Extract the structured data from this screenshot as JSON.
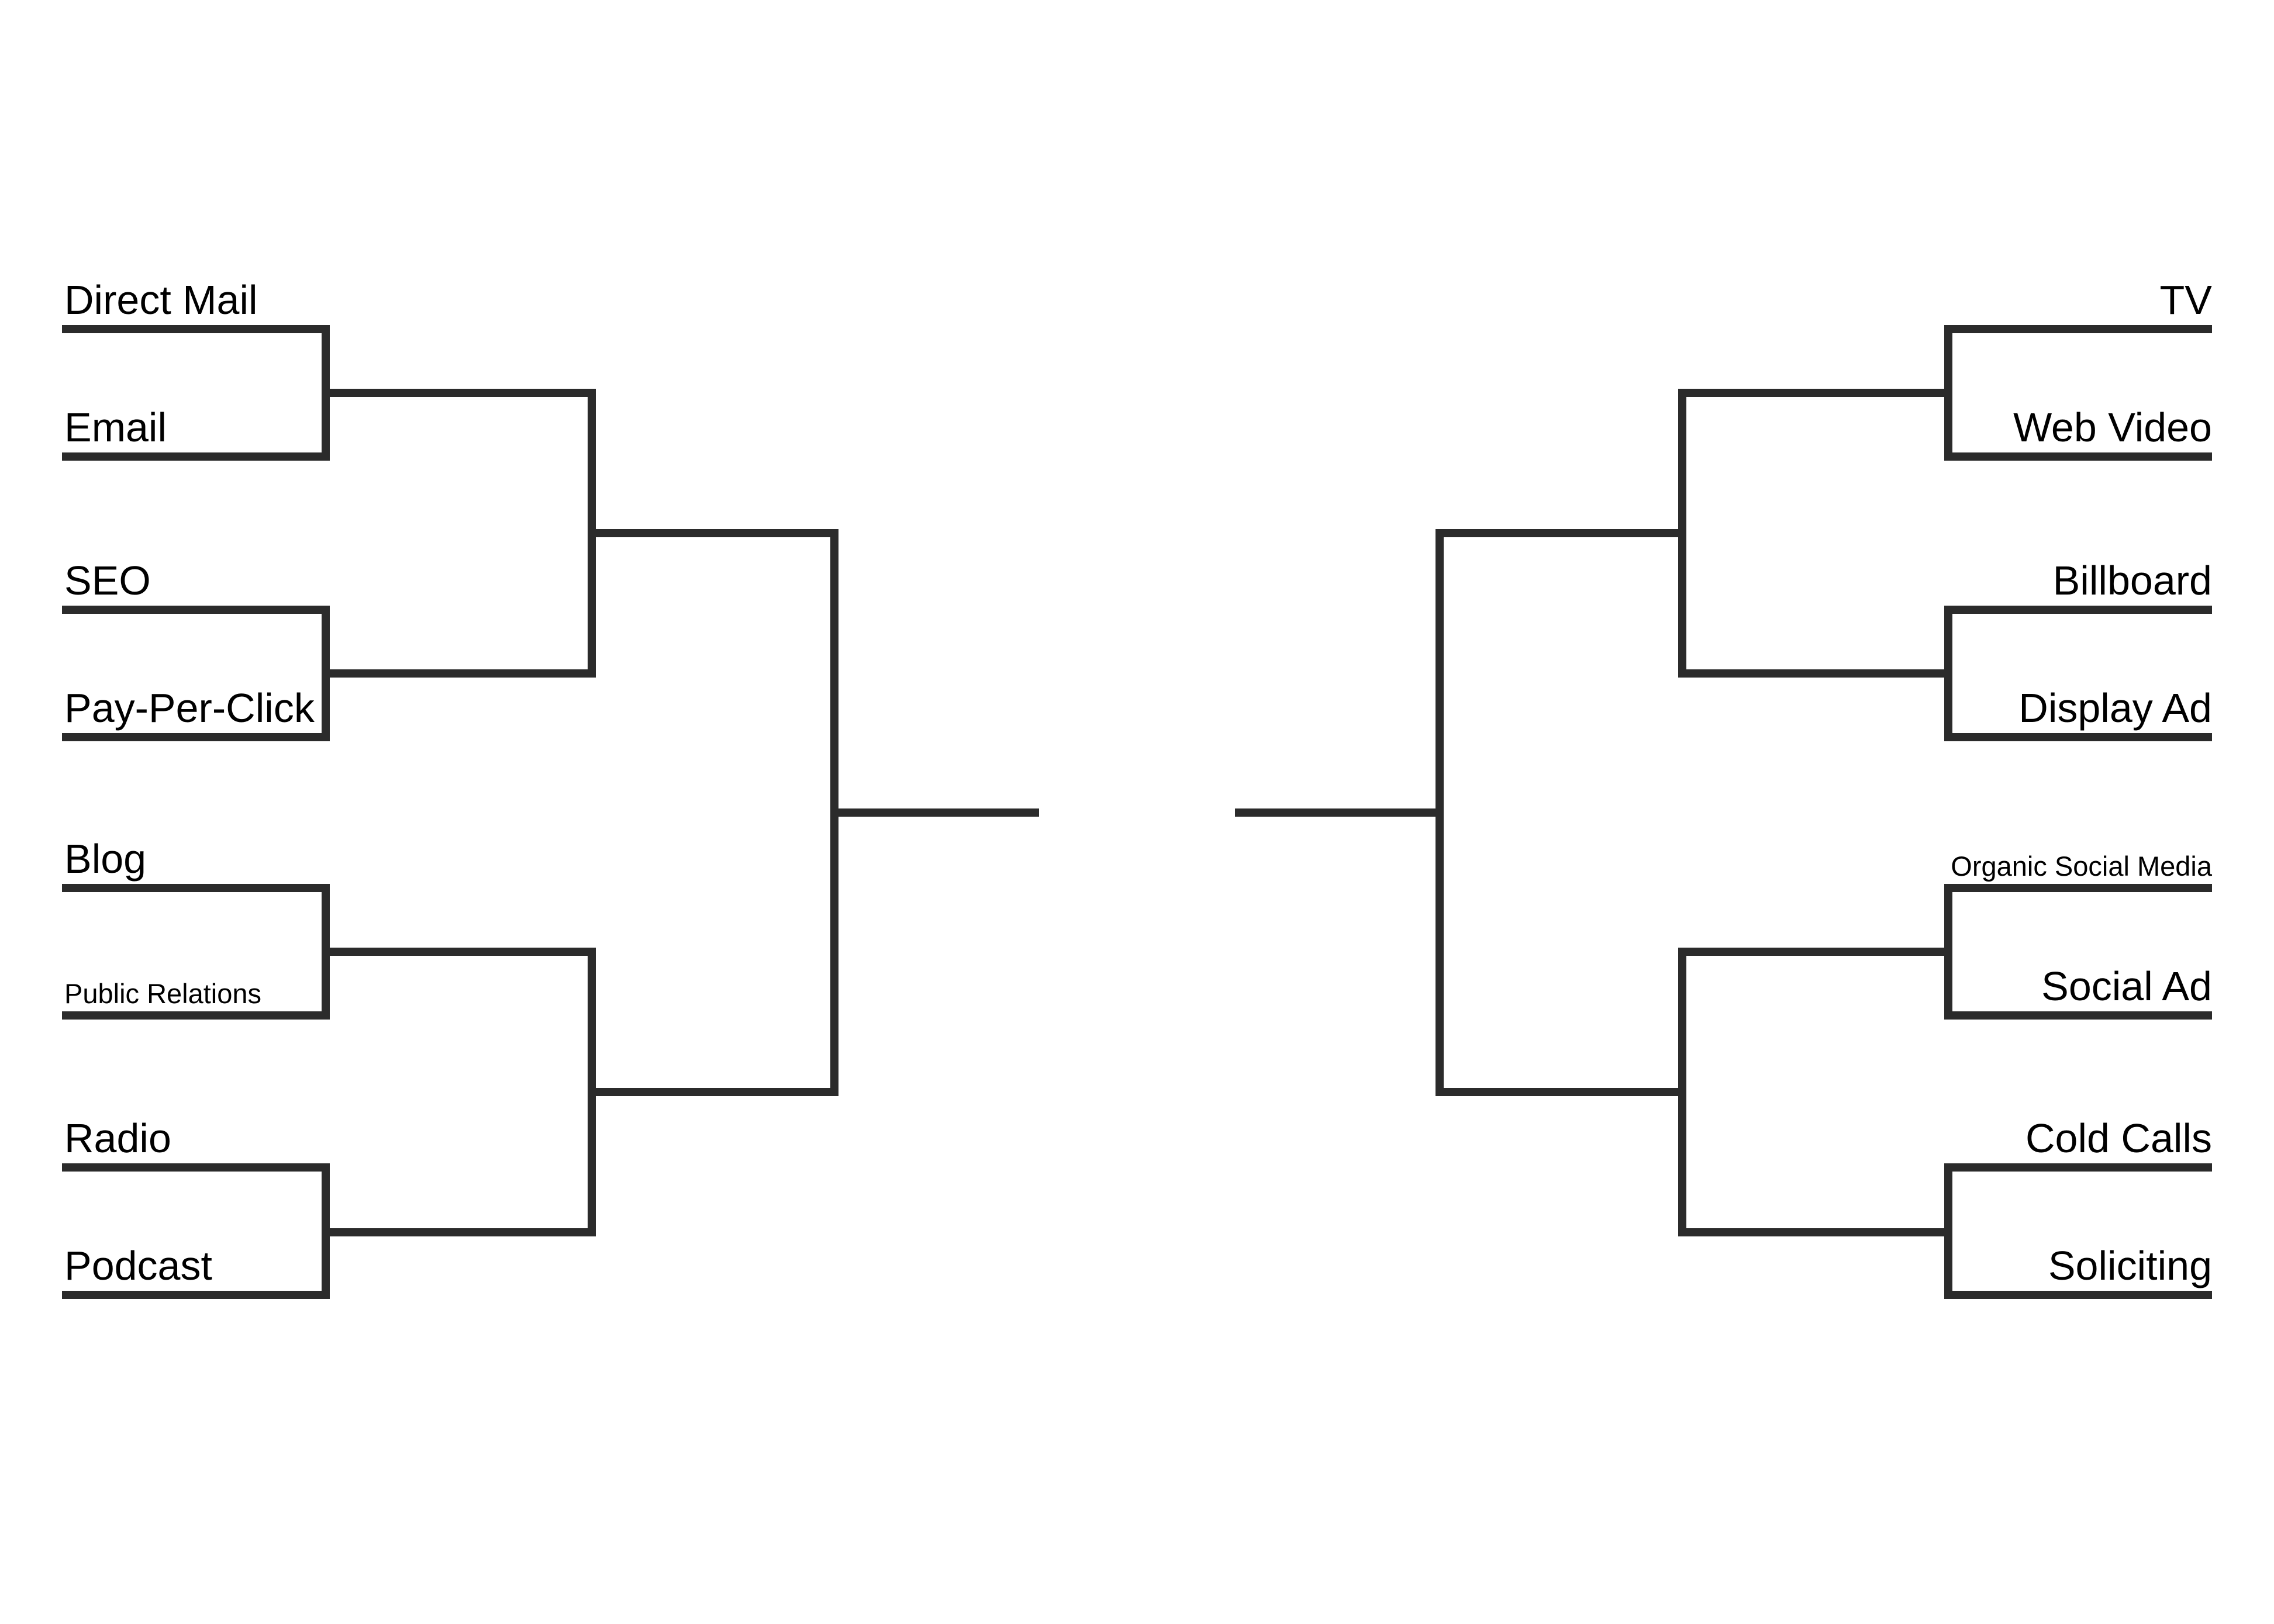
{
  "bracket": {
    "left": {
      "matches": [
        {
          "top": "Direct Mail",
          "bottom": "Email"
        },
        {
          "top": "SEO",
          "bottom": "Pay-Per-Click"
        },
        {
          "top": "Blog",
          "bottom": "Public Relations"
        },
        {
          "top": "Radio",
          "bottom": "Podcast"
        }
      ]
    },
    "right": {
      "matches": [
        {
          "top": "TV",
          "bottom": "Web Video"
        },
        {
          "top": "Billboard",
          "bottom": "Display Ad"
        },
        {
          "top": "Organic Social Media",
          "bottom": "Social Ad"
        },
        {
          "top": "Cold Calls",
          "bottom": "Soliciting"
        }
      ]
    }
  },
  "colors": {
    "line": "#2b2b2b",
    "text": "#000000",
    "background": "#ffffff"
  }
}
